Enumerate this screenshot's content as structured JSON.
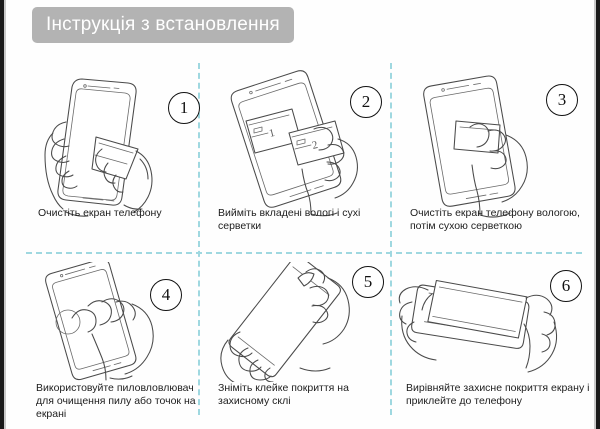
{
  "header": {
    "title": "Інструкція з встановлення",
    "background_color": "#b3b3b3",
    "text_color": "#ffffff"
  },
  "divider_color": "#9fd8e0",
  "edge_color": "#1a1a1a",
  "steps": [
    {
      "number": "1",
      "caption": "Очистіть екран телефону",
      "illustration": "hand-holding-phone-wiping-with-cloth"
    },
    {
      "number": "2",
      "caption": "Вийміть вкладені вологі і сухі серветки",
      "illustration": "hand-taking-wet-and-dry-wipe-packets",
      "packet_labels": [
        "1",
        "2"
      ]
    },
    {
      "number": "3",
      "caption": "Очистіть екран телефону вологою, потім сухою серветкою",
      "illustration": "hand-wiping-phone-screen-with-wipe"
    },
    {
      "number": "4",
      "caption": "Використовуйте пиловловлювач для очищення пилу або точок на екрані",
      "illustration": "hand-pressing-dust-absorber-sticker-on-screen"
    },
    {
      "number": "5",
      "caption": "Зніміть клейке покриття на захисному склі",
      "illustration": "hand-peeling-adhesive-film-from-glass"
    },
    {
      "number": "6",
      "caption": "Вирівняйте захисне покриття екрану і приклейте до телефону",
      "illustration": "two-hands-aligning-protector-onto-phone"
    }
  ]
}
